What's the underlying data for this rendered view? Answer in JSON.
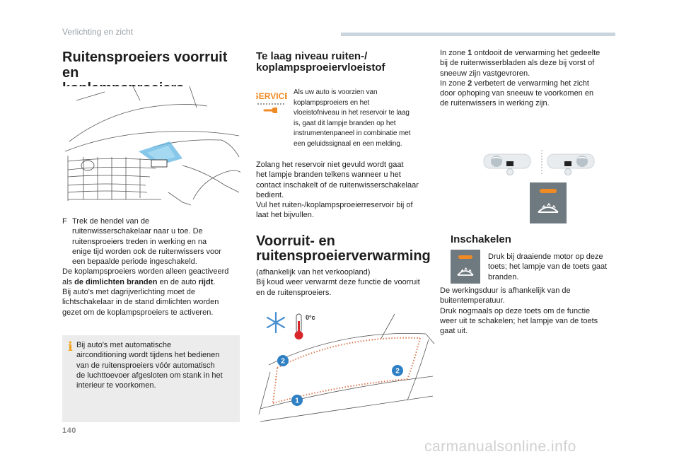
{
  "header": {
    "section": "Verlichting en zicht"
  },
  "page": {
    "number": "140"
  },
  "watermark": "carmanualsonline.info",
  "col1": {
    "title_line1": "Ruitensproeiers voorruit en",
    "title_line2": "koplampsproeiers",
    "bullet_symbol": "F",
    "bullet_line1": "Trek de hendel van de",
    "bullet_line2": "ruitenwisserschakelaar naar u toe. De",
    "bullet_line3": "ruitensproeiers treden in werking en na",
    "bullet_line4": "enige tijd worden ook de ruitenwissers voor",
    "bullet_line5": "een bepaalde periode ingeschakeld.",
    "p1_line1": "De koplampsproeiers worden alleen geactiveerd",
    "p1_line2_a": "als ",
    "p1_line2_b": "de dimlichten branden",
    "p1_line2_c": " en de auto ",
    "p1_line2_d": "rijdt",
    "p1_line2_e": ".",
    "p1_line3": "Bij auto's met dagrijverlichting moet de",
    "p1_line4": "lichtschakelaar in de stand dimlichten worden",
    "p1_line5": "gezet om de koplampsproeiers te activeren.",
    "info_symbol": "i",
    "info_line1": "Bij auto's met automatische",
    "info_line2": "airconditioning wordt tijdens het bedienen",
    "info_line3": "van de ruitensproeiers vóór automatisch",
    "info_line4": "de luchttoevoer afgesloten om stank in het",
    "info_line5": "interieur te voorkomen."
  },
  "col2": {
    "title_line1": "Te laag niveau ruiten-/",
    "title_line2": "koplampsproeiervloeistof",
    "service_icon_label": "SERVICE",
    "svc_line1": "Als uw auto is voorzien van",
    "svc_line2": "koplampsproeiers en het",
    "svc_line3": "vloeistofniveau in het reservoir te laag",
    "svc_line4": "is, gaat dit lampje branden op het",
    "svc_line5": "instrumentenpaneel in combinatie met",
    "svc_line6": "een geluidssignaal en een melding.",
    "p_line1": "Zolang het reservoir niet gevuld wordt gaat",
    "p_line2": "het lampje branden telkens wanneer u het",
    "p_line3": "contact inschakelt of de ruitenwisserschakelaar",
    "p_line4": "bedient.",
    "p_line5": "Vul het ruiten-/koplampsproeierreservoir bij of",
    "p_line6": "laat het bijvullen.",
    "h2_line1": "Voorruit- en",
    "h2_line2": "ruitensproeierverwarming",
    "h2_p_line1": "(afhankelijk van het verkoopland)",
    "h2_p_line2": "Bij koud weer verwarmt deze functie de voorruit",
    "h2_p_line3": "en de ruitensproeiers.",
    "diagram_temp": "0°c",
    "zone_1": "1",
    "zone_2a": "2",
    "zone_2b": "2"
  },
  "col3": {
    "p1_line1_a": "In zone ",
    "p1_line1_b": "1",
    "p1_line1_c": " ontdooit de verwarming het gedeelte",
    "p1_line2": "bij de ruitenwisserbladen als deze bij vorst of",
    "p1_line3": "sneeuw zijn vastgevroren.",
    "p1_line4_a": "In zone ",
    "p1_line4_b": "2",
    "p1_line4_c": " verbetert de verwarming het zicht",
    "p1_line5": "door ophoping van sneeuw te voorkomen en",
    "p1_line6": "de ruitenwissers in werking zijn.",
    "h_inschakelen": "Inschakelen",
    "ins_line1": "Druk bij draaiende motor op deze",
    "ins_line2": "toets; het lampje van de toets gaat",
    "ins_line3": "branden.",
    "p2_line1": "De werkingsduur is afhankelijk van de",
    "p2_line2": "buitentemperatuur.",
    "p2_line3": "Druk nogmaals op deze toets om de functie",
    "p2_line4": "weer uit te schakelen; het lampje van de toets",
    "p2_line5": "gaat uit."
  },
  "colors": {
    "accent_orange": "#f08a24",
    "header_bar": "#c9d4dd",
    "info_box_bg": "#ececec",
    "button_bg": "#6f7a80",
    "zone_marker": "#2f7fc4"
  }
}
